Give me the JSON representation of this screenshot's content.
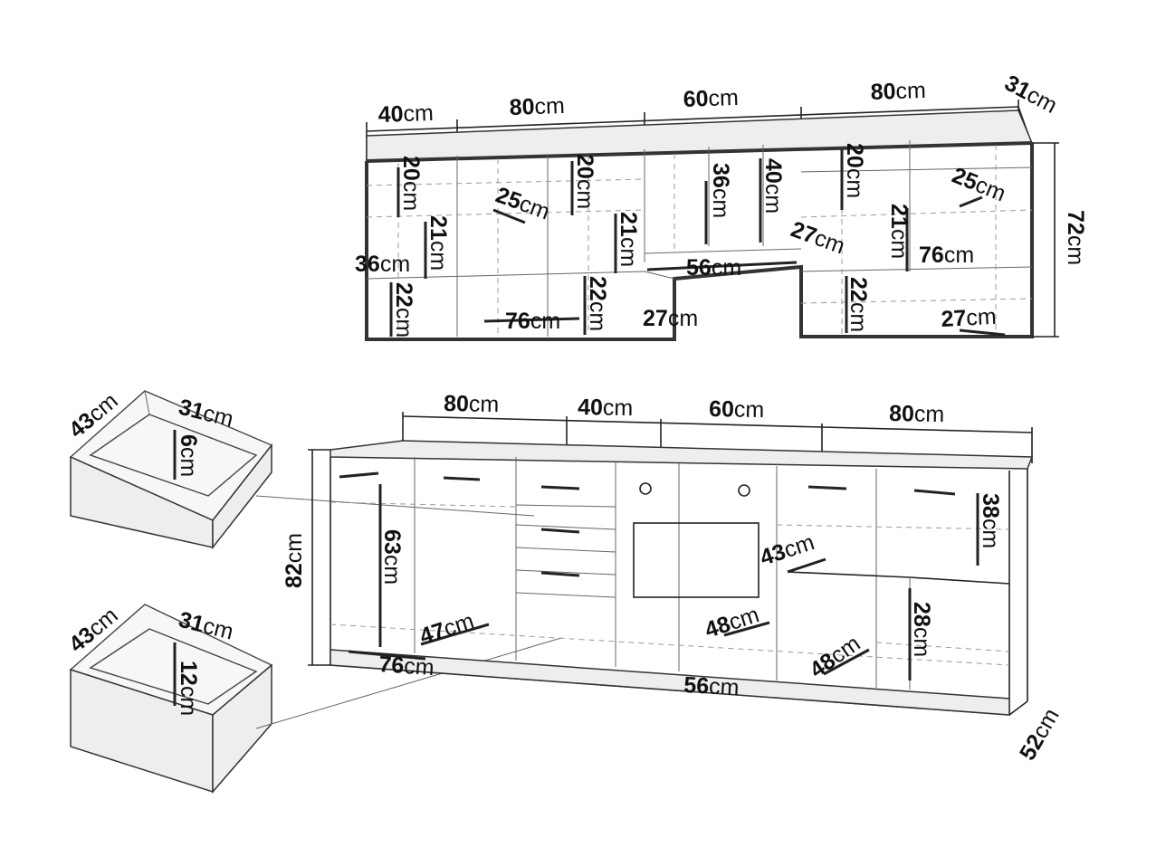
{
  "upper_unit": {
    "widths": [
      {
        "value": "40",
        "unit": "cm"
      },
      {
        "value": "80",
        "unit": "cm"
      },
      {
        "value": "60",
        "unit": "cm"
      },
      {
        "value": "80",
        "unit": "cm"
      }
    ],
    "depth": {
      "value": "31",
      "unit": "cm"
    },
    "height": {
      "value": "72",
      "unit": "cm"
    },
    "inner": [
      {
        "value": "20",
        "unit": "cm"
      },
      {
        "value": "21",
        "unit": "cm"
      },
      {
        "value": "36",
        "unit": "cm"
      },
      {
        "value": "22",
        "unit": "cm"
      },
      {
        "value": "25",
        "unit": "cm"
      },
      {
        "value": "76",
        "unit": "cm"
      },
      {
        "value": "20",
        "unit": "cm"
      },
      {
        "value": "21",
        "unit": "cm"
      },
      {
        "value": "22",
        "unit": "cm"
      },
      {
        "value": "27",
        "unit": "cm"
      },
      {
        "value": "36",
        "unit": "cm"
      },
      {
        "value": "40",
        "unit": "cm"
      },
      {
        "value": "56",
        "unit": "cm"
      },
      {
        "value": "27",
        "unit": "cm"
      },
      {
        "value": "20",
        "unit": "cm"
      },
      {
        "value": "25",
        "unit": "cm"
      },
      {
        "value": "21",
        "unit": "cm"
      },
      {
        "value": "76",
        "unit": "cm"
      },
      {
        "value": "22",
        "unit": "cm"
      },
      {
        "value": "27",
        "unit": "cm"
      }
    ]
  },
  "drawer_top": {
    "depth": {
      "value": "43",
      "unit": "cm"
    },
    "width": {
      "value": "31",
      "unit": "cm"
    },
    "height": {
      "value": "6",
      "unit": "cm"
    }
  },
  "drawer_bottom": {
    "depth": {
      "value": "43",
      "unit": "cm"
    },
    "width": {
      "value": "31",
      "unit": "cm"
    },
    "height": {
      "value": "12",
      "unit": "cm"
    }
  },
  "lower_unit": {
    "widths": [
      {
        "value": "80",
        "unit": "cm"
      },
      {
        "value": "40",
        "unit": "cm"
      },
      {
        "value": "60",
        "unit": "cm"
      },
      {
        "value": "80",
        "unit": "cm"
      }
    ],
    "height": {
      "value": "82",
      "unit": "cm"
    },
    "depth": {
      "value": "52",
      "unit": "cm"
    },
    "inner": [
      {
        "value": "63",
        "unit": "cm"
      },
      {
        "value": "47",
        "unit": "cm"
      },
      {
        "value": "76",
        "unit": "cm"
      },
      {
        "value": "48",
        "unit": "cm"
      },
      {
        "value": "56",
        "unit": "cm"
      },
      {
        "value": "43",
        "unit": "cm"
      },
      {
        "value": "48",
        "unit": "cm"
      },
      {
        "value": "38",
        "unit": "cm"
      },
      {
        "value": "28",
        "unit": "cm"
      }
    ]
  }
}
